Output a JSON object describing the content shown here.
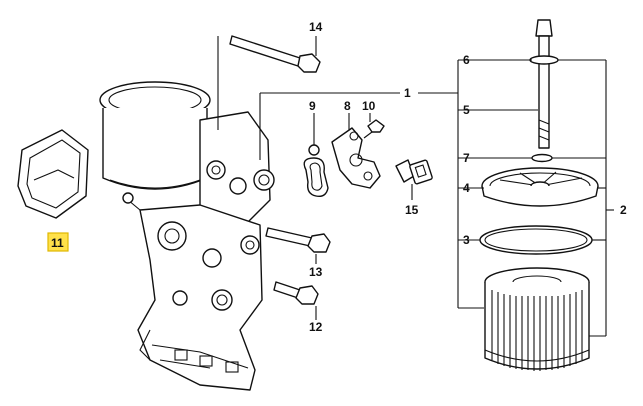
{
  "callouts": {
    "c1": "1",
    "c2": "2",
    "c3": "3",
    "c4": "4",
    "c5": "5",
    "c6": "6",
    "c7": "7",
    "c8": "8",
    "c9": "9",
    "c10": "10",
    "c11": "11",
    "c12": "12",
    "c13": "13",
    "c14": "14",
    "c15": "15"
  },
  "highlighted_callout": "11",
  "colors": {
    "highlight": "#ffe14a",
    "ink": "#111111"
  }
}
